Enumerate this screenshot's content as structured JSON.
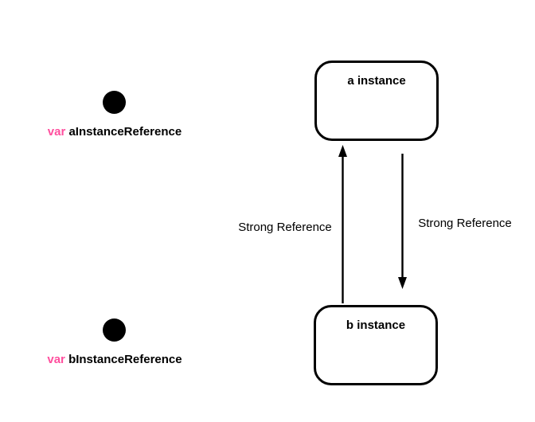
{
  "colors": {
    "background": "#ffffff",
    "ink": "#000000",
    "keyword_pink": "#ff4f9e"
  },
  "references": [
    {
      "keyword": "var",
      "name": "aInstanceReference"
    },
    {
      "keyword": "var",
      "name": "bInstanceReference"
    }
  ],
  "instances": [
    {
      "label": "a instance"
    },
    {
      "label": "b instance"
    }
  ],
  "arrows": [
    {
      "direction": "up",
      "label": "Strong Reference"
    },
    {
      "direction": "down",
      "label": "Strong Reference"
    }
  ]
}
